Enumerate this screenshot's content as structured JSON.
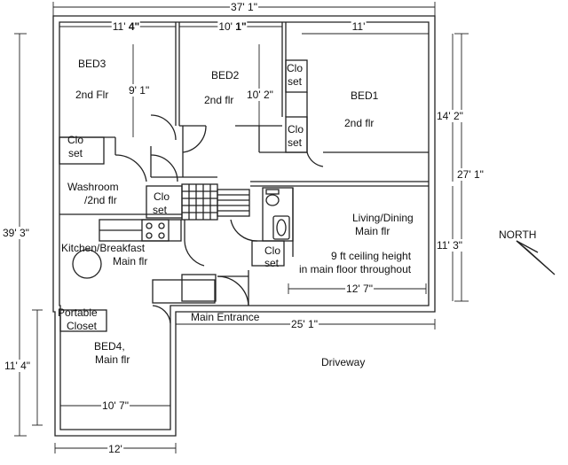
{
  "dimensions": {
    "overall_width": "37' 1\"",
    "overall_depth": "39' 3\"",
    "bed3_width_a": "11' ",
    "bed3_width_b": "4\"",
    "bed2_width_a": "10' ",
    "bed2_width_b": "1\"",
    "bed1_width": "11'",
    "bed3_depth": "9' 1\"",
    "bed2_depth": "10' 2\"",
    "bed1_depth": "14' 2\"",
    "right_side_depth": "27' 1\"",
    "living_depth": "11' 3\"",
    "living_width": "12' 7\"",
    "main_front_width": "25' 1\"",
    "bed4_depth": "11' 4\"",
    "bed4_width": "10' 7\"",
    "bed4_wing_width": "12'"
  },
  "rooms": {
    "bed3_name": "BED3",
    "bed3_floor": "2nd Flr",
    "bed2_name": "BED2",
    "bed2_floor": "2nd flr",
    "bed1_name": "BED1",
    "bed1_floor": "2nd flr",
    "closet_bed3_a": "Clo",
    "closet_bed3_b": "set",
    "closet_bed2_a": "Clo",
    "closet_bed2_b": "set",
    "closet_bed1_a": "Clo",
    "closet_bed1_b": "set",
    "washroom_a": "Washroom",
    "washroom_b": "/2nd flr",
    "closet_hall_a": "Clo",
    "closet_hall_b": "set",
    "kitchen_a": "Kitchen/Breakfast",
    "kitchen_b": "Main flr",
    "living_a": "Living/Dining",
    "living_b": "Main flr",
    "ceiling_a": "9 ft ceiling height",
    "ceiling_b": "in main floor throughout",
    "closet_main_a": "Clo",
    "closet_main_b": "set",
    "portable_a": "Portable",
    "portable_b": "Closet",
    "bed4_a": "BED4,",
    "bed4_b": "Main flr",
    "main_entrance": "Main Entrance",
    "driveway": "Driveway",
    "north": "NORTH"
  }
}
